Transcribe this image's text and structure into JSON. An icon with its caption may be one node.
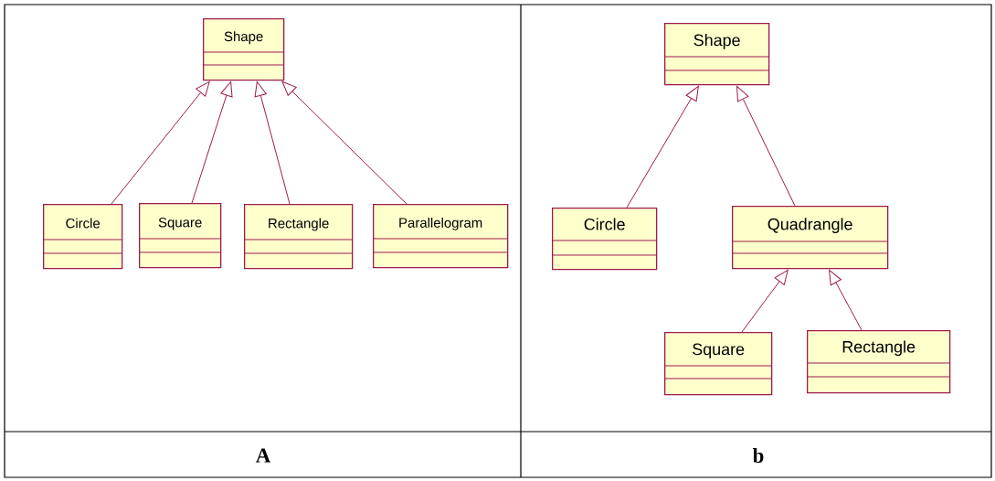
{
  "diagram": {
    "nodes": [
      {
        "text": [
          "Shape"
        ]
      },
      {
        "text": [
          "Circle"
        ]
      },
      {
        "text": [
          "Square"
        ]
      },
      {
        "text": [
          "Rectangle"
        ]
      },
      {
        "text": [
          "Parallelogram"
        ]
      },
      {
        "text": [
          "Shape"
        ]
      },
      {
        "text": [
          "Circle"
        ]
      },
      {
        "text": [
          "Quadrangle"
        ]
      },
      {
        "text": [
          "Square"
        ]
      },
      {
        "text": [
          "Rectangle"
        ]
      }
    ],
    "edges": [
      {
        "from": 1,
        "to": 0,
        "arrow": "to"
      },
      {
        "from": 2,
        "to": 0,
        "arrow": "to"
      },
      {
        "from": 3,
        "to": 0,
        "arrow": "to"
      },
      {
        "from": 4,
        "to": 0,
        "arrow": "to"
      },
      {
        "from": 6,
        "to": 5,
        "arrow": "to"
      },
      {
        "from": 7,
        "to": 5,
        "arrow": "to"
      },
      {
        "from": 8,
        "to": 7,
        "arrow": "to"
      },
      {
        "from": 9,
        "to": 7,
        "arrow": "to"
      }
    ],
    "labels": [
      "A",
      "b"
    ]
  }
}
